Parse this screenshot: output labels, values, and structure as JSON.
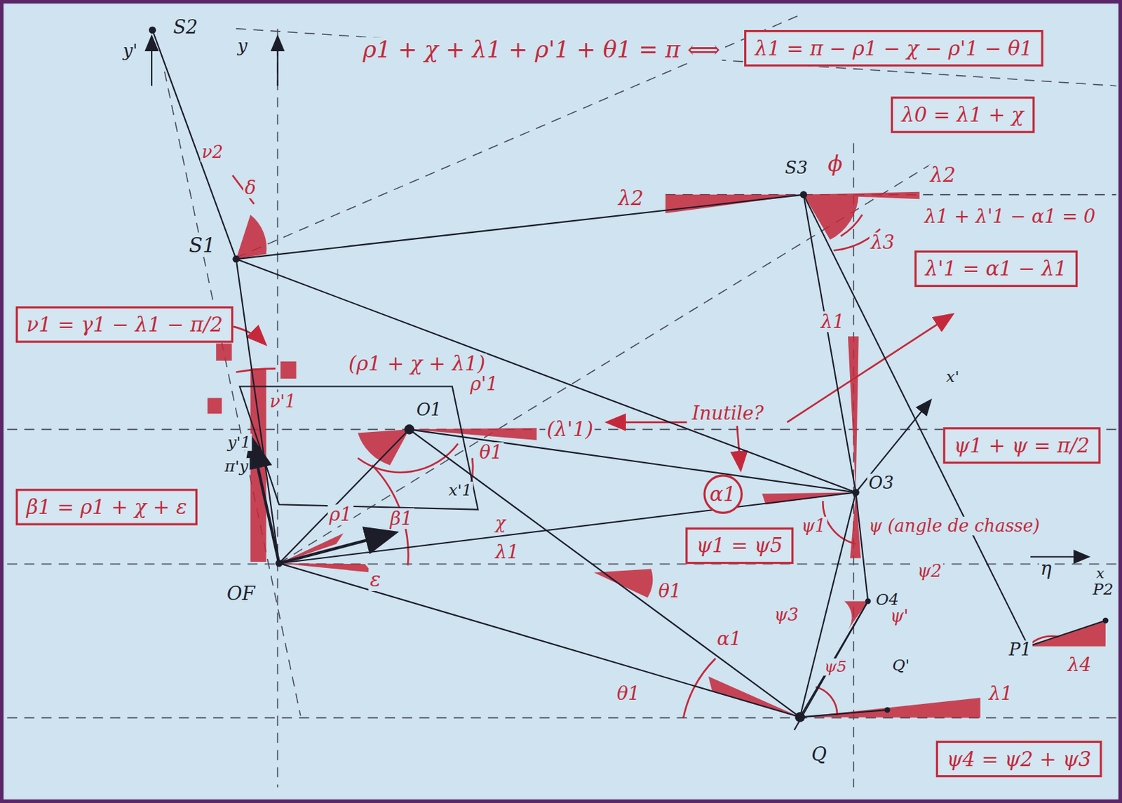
{
  "diagram": {
    "nodes": [
      {
        "text": [
          "λ1 = π − ρ1 − χ − ρ'1 − θ1"
        ]
      },
      {
        "text": [
          "λ0 = λ1 + χ"
        ]
      },
      {
        "text": [
          "λ'1 = α1 − λ1"
        ]
      },
      {
        "text": [
          "ν1 = γ1 − λ1 − π/2"
        ]
      },
      {
        "text": [
          "β1 = ρ1 + χ + ε"
        ]
      },
      {
        "text": [
          "ψ1 + ψ = π/2"
        ]
      },
      {
        "text": [
          "ψ1 = ψ5"
        ]
      },
      {
        "text": [
          "ψ4 = ψ2 + ψ3"
        ]
      },
      {
        "text": [
          "α1"
        ]
      }
    ],
    "labels": [
      "ρ1 + χ + λ1 + ρ'1 + θ1 = π ⟺",
      "S2",
      "y'",
      "y",
      "ν2",
      "δ",
      "S1",
      "S3",
      "ϕ",
      "λ2",
      "λ2",
      "λ1 + λ'1 − α1 = 0",
      "λ3",
      "λ1",
      "x'",
      "(ρ1 + χ + λ1)",
      "ρ'1",
      "ν'1",
      "O1",
      "(λ'1)",
      "Inutile?",
      "θ1",
      "y'1",
      "π'y",
      "ρ1",
      "β1",
      "x'1",
      "χ",
      "λ1",
      "ε",
      "OF",
      "θ1",
      "O3",
      "ψ1",
      "ψ (angle de chasse)",
      "ψ2",
      "O4",
      "ψ3",
      "ψ'",
      "η",
      "x",
      "P2",
      "P1",
      "λ4",
      "θ1",
      "α1",
      "ψ5",
      "Q'",
      "λ1",
      "Q"
    ]
  }
}
